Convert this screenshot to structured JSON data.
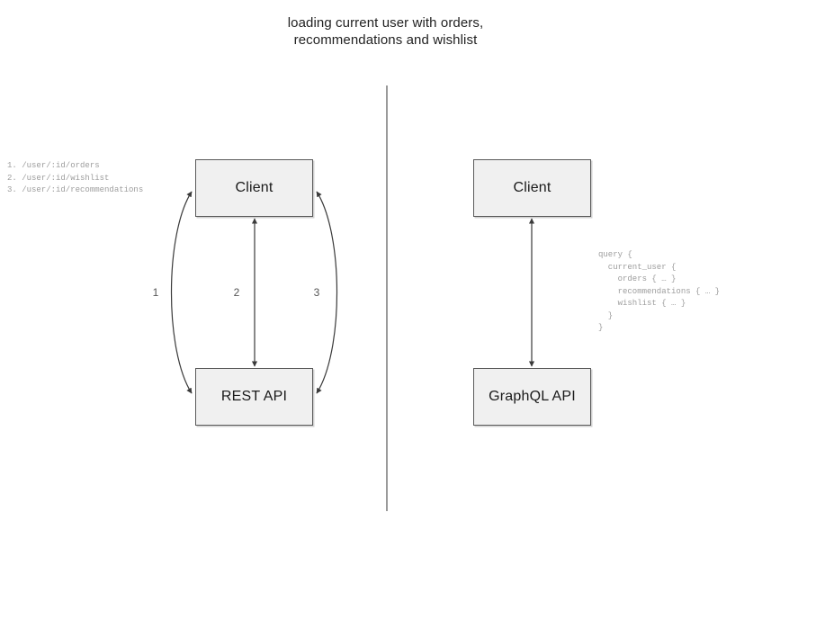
{
  "title": {
    "line1": "loading current user with orders,",
    "line2": "recommendations and wishlist"
  },
  "colors": {
    "node_fill": "#f0f0f0",
    "node_border": "#5a5a5a",
    "edge_stroke": "#3a3a3a",
    "divider": "#9a9a9a",
    "annotation_text": "#9d9d9d",
    "label_text": "#1a1a1a",
    "background": "#ffffff"
  },
  "rest_side": {
    "client_label": "Client",
    "api_label": "REST API",
    "endpoints": "1. /user/:id/orders\n2. /user/:id/wishlist\n3. /user/:id/recommendations",
    "endpoint_list": [
      {
        "number": "1.",
        "path": "/user/:id/orders"
      },
      {
        "number": "2.",
        "path": "/user/:id/wishlist"
      },
      {
        "number": "3.",
        "path": "/user/:id/recommendations"
      }
    ],
    "edge_numbers": [
      "1",
      "2",
      "3"
    ]
  },
  "graphql_side": {
    "client_label": "Client",
    "api_label": "GraphQL API",
    "query": "query {\n  current_user {\n    orders { … }\n    recommendations { … }\n    wishlist { … }\n  }\n}",
    "query_lines": [
      "query {",
      "  current_user {",
      "    orders { … }",
      "    recommendations { … }",
      "    wishlist { … }",
      "  }",
      "}"
    ]
  }
}
